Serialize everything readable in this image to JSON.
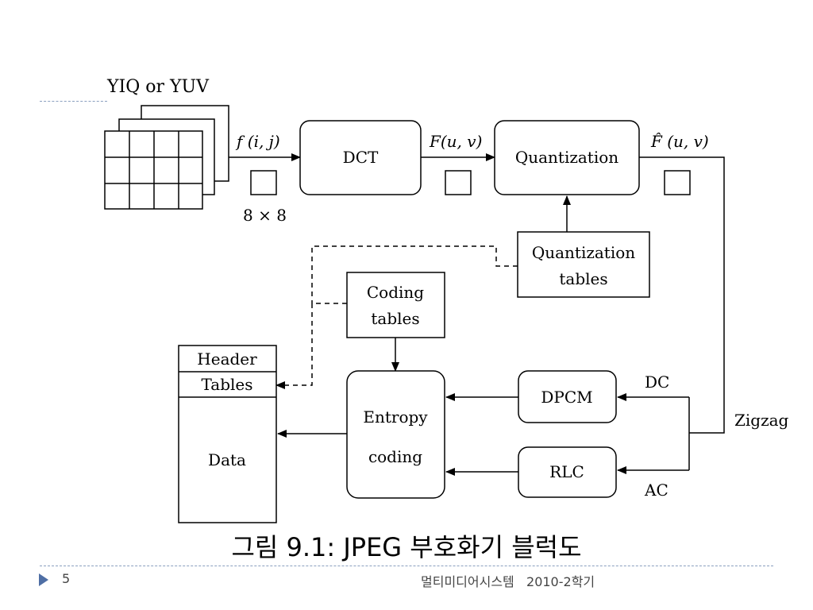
{
  "diagram": {
    "input_label": "YIQ or YUV",
    "f_label": "f (i, j)",
    "block_label": "8 × 8",
    "dct": "DCT",
    "F_label": "F(u, v)",
    "quantization": "Quantization",
    "Fhat_label": "F̂ (u, v)",
    "qtables_line1": "Quantization",
    "qtables_line2": "tables",
    "ctables_line1": "Coding",
    "ctables_line2": "tables",
    "header": "Header",
    "tables": "Tables",
    "data": "Data",
    "entropy_line1": "Entropy",
    "entropy_line2": "coding",
    "dpcm": "DPCM",
    "rlc": "RLC",
    "dc": "DC",
    "ac": "AC",
    "zigzag": "Zigzag"
  },
  "caption": "그림 9.1: JPEG 부호화기 블럭도",
  "footer": {
    "page": "5",
    "course": "멀티미디어시스템   2010-2학기"
  }
}
